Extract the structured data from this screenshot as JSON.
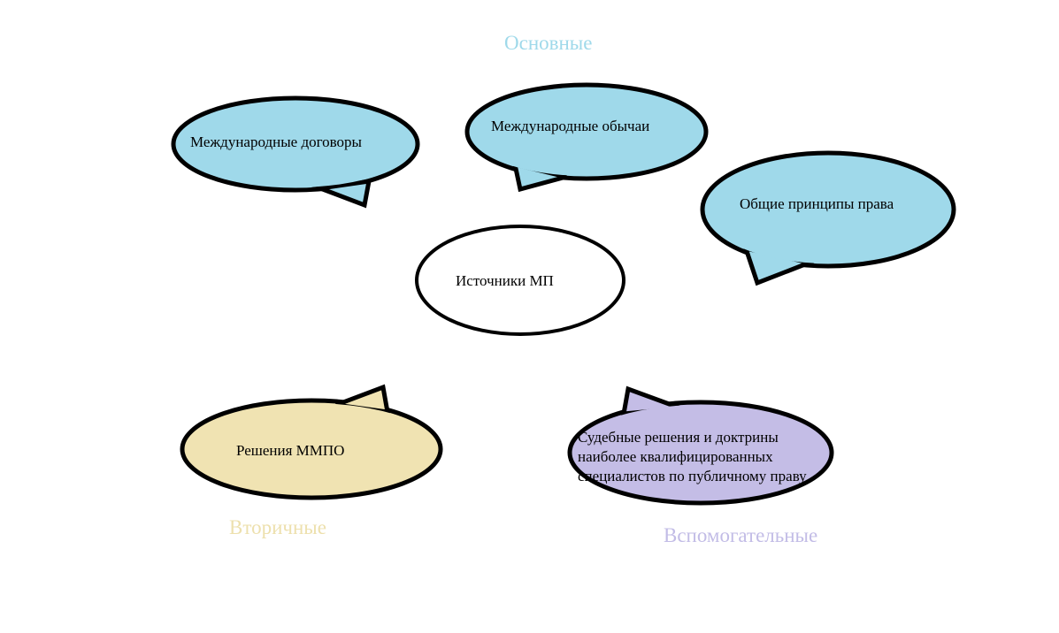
{
  "colors": {
    "primary_fill": "#9fd9ea",
    "primary_label": "#9fd9ea",
    "secondary_fill": "#f0e3b2",
    "secondary_label": "#ede0ad",
    "auxiliary_fill": "#c4bde6",
    "auxiliary_label": "#c2bce6",
    "center_fill": "#ffffff",
    "stroke": "#000000"
  },
  "categories": {
    "primary": "Основные",
    "secondary": "Вторичные",
    "auxiliary": "Вспомогательные"
  },
  "nodes": {
    "center": "Источники МП",
    "treaties": "Международные договоры",
    "customs": "Международные обычаи",
    "principles": "Общие принципы права",
    "decisions": "Решения ММПО",
    "judicial": {
      "line1": "Судебные решения и доктрины",
      "line2": "наиболее квалифицированных",
      "line3": "специалистов по публичному праву"
    }
  }
}
